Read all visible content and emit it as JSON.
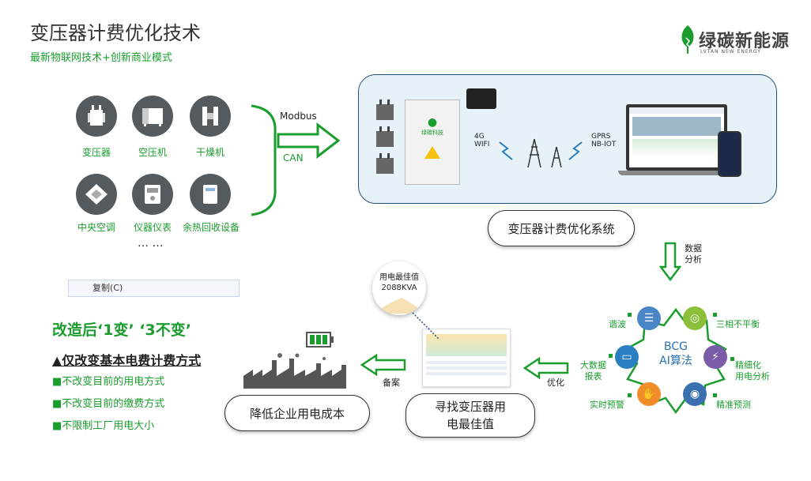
{
  "header": {
    "title": "变压器计费优化技术",
    "subtitle": "最新物联网技术+创新商业模式"
  },
  "logo": {
    "name": "绿碳新能源",
    "sub": "LVTAN NEW ENERGY",
    "icon": "leaf-icon",
    "color": "#1a9c2e"
  },
  "devices": [
    {
      "label": "变压器",
      "icon": "transformer-icon"
    },
    {
      "label": "空压机",
      "icon": "air-compressor-icon"
    },
    {
      "label": "干燥机",
      "icon": "dryer-icon"
    },
    {
      "label": "中央空调",
      "icon": "central-ac-icon"
    },
    {
      "label": "仪器仪表",
      "icon": "meter-icon"
    },
    {
      "label": "余热回收设备",
      "icon": "heat-recovery-icon"
    }
  ],
  "devices_more": "… …",
  "protocols": {
    "top": "Modbus",
    "bottom": "CAN"
  },
  "system_box": {
    "cabinet_brand": "绿碳科技",
    "net1": "4G\nWIFI",
    "net2": "GPRS\nNB-IOT"
  },
  "system_name": "变压器计费优化系统",
  "data_analysis": "数据\n分析",
  "ai_center": {
    "line1": "BCG",
    "line2": "AI算法"
  },
  "ai_items": [
    {
      "label": "谐波",
      "color": "#4a86c7",
      "icon": "document-icon"
    },
    {
      "label": "三相不平衡",
      "color": "#8bbf3a",
      "icon": "target-icon"
    },
    {
      "label": "精细化\n用电分析",
      "color": "#7a5ba8",
      "icon": "lightning-icon"
    },
    {
      "label": "精准预测",
      "color": "#3a6fb0",
      "icon": "eye-icon"
    },
    {
      "label": "实时预警",
      "color": "#f08c2a",
      "icon": "hand-icon"
    },
    {
      "label": "大数据\n报表",
      "color": "#2a7fc0",
      "icon": "monitor-icon"
    }
  ],
  "flow": {
    "optimize": "优化",
    "record": "备案"
  },
  "callout": {
    "line1": "用电最佳值",
    "line2": "2088KVA"
  },
  "find_best": "寻找变压器用\n电最佳值",
  "reduce_cost": "降低企业用电成本",
  "copy_button": "复制(C)",
  "after_title": "改造后‘1变’  ‘3不变’",
  "change_line": "▲仅改变基本电费计费方式",
  "unchanged": [
    "■不改变目前的用电方式",
    "■不改变目前的缴费方式",
    "■不限制工厂用电大小"
  ]
}
